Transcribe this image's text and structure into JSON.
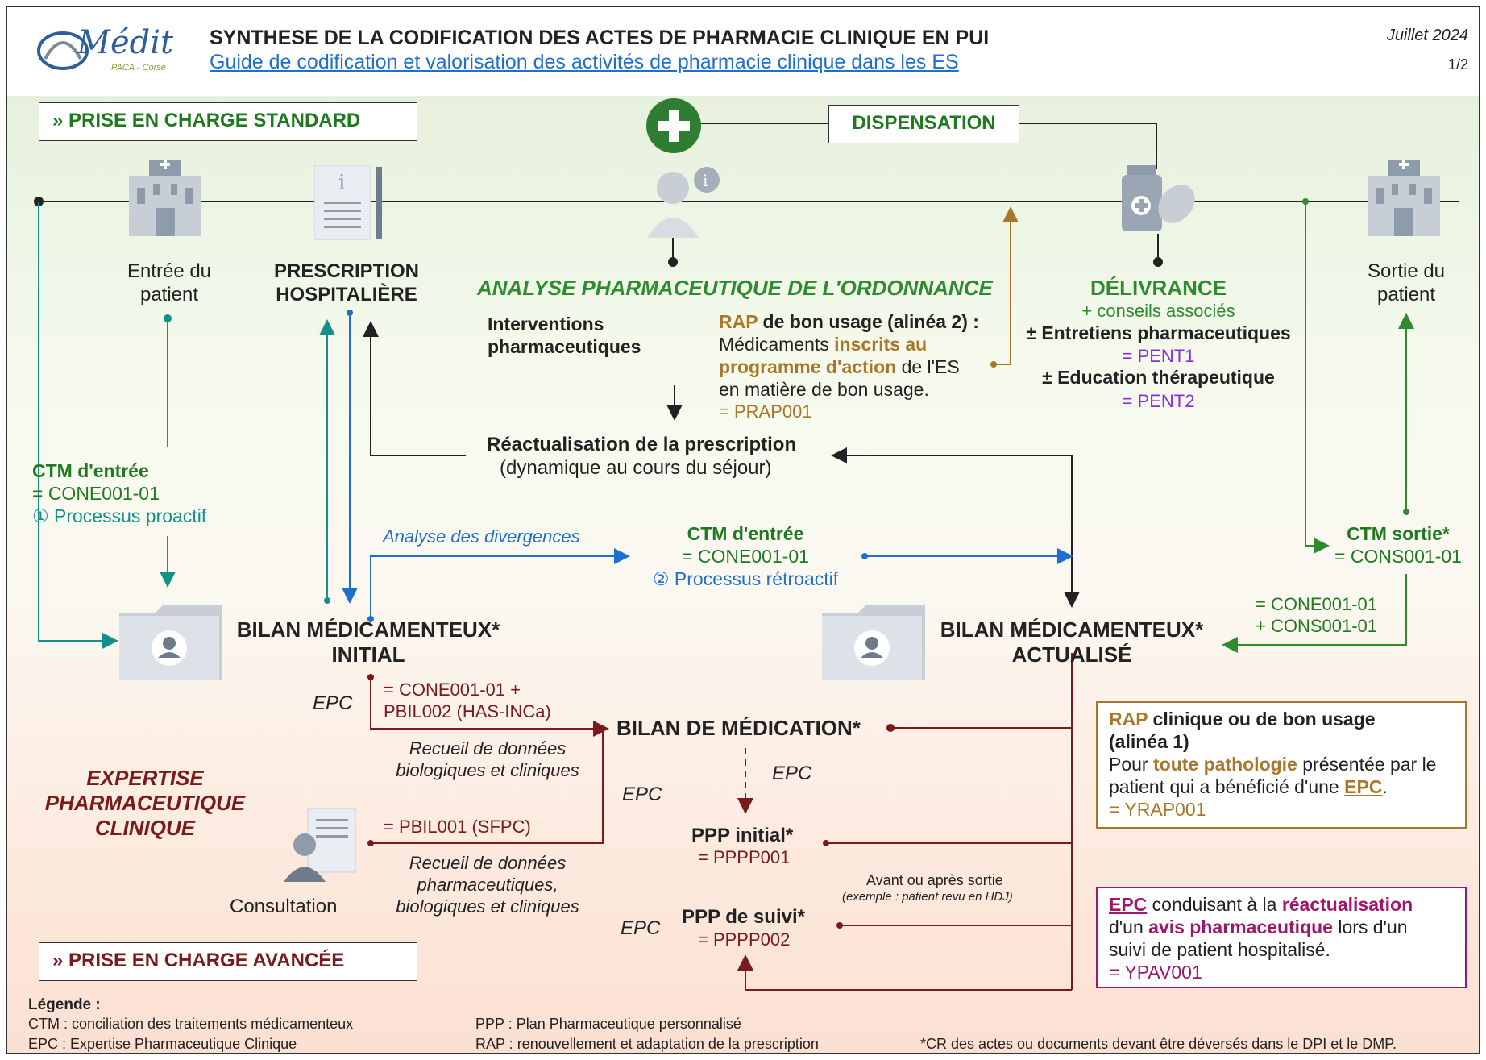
{
  "header": {
    "logo_text": "Médit",
    "logo_sub": "PACA - Corse",
    "title": "SYNTHESE DE LA CODIFICATION DES ACTES DE PHARMACIE CLINIQUE EN PUI",
    "subtitle": "Guide de codification et valorisation des activités de pharmacie clinique dans les ES",
    "date": "Juillet 2024",
    "page": "1/2"
  },
  "sections": {
    "standard": "PRISE EN CHARGE STANDARD",
    "dispensation": "DISPENSATION",
    "avancee": "PRISE EN CHARGE AVANCÉE",
    "expertise": [
      "EXPERTISE",
      "PHARMACEUTIQUE",
      "CLINIQUE"
    ]
  },
  "timeline": {
    "entree": [
      "Entrée du",
      "patient"
    ],
    "prescription": [
      "PRESCRIPTION",
      "HOSPITALIÈRE"
    ],
    "analyse": "ANALYSE PHARMACEUTIQUE DE L'ORDONNANCE",
    "delivrance": "DÉLIVRANCE",
    "conseils": "+ conseils associés",
    "entretiens": "± Entretiens pharmaceutiques",
    "pent1": "= PENT1",
    "education": "± Education thérapeutique",
    "pent2": "= PENT2",
    "sortie": [
      "Sortie du",
      "patient"
    ]
  },
  "analyse_block": {
    "interventions": [
      "Interventions",
      "pharmaceutiques"
    ],
    "rap_label": "RAP",
    "rap_rest": " de bon usage (alinéa 2) :",
    "med1": "Médicaments ",
    "inscrits": "inscrits au",
    "programme": "programme d'action",
    "de_es": " de l'ES",
    "matiere": "en matière de bon usage.",
    "prap": "= PRAP001",
    "reactualisation": "Réactualisation de la prescription",
    "dynamique": "(dynamique au cours du séjour)"
  },
  "ctm": {
    "entree_title": "CTM d'entrée",
    "entree_code": "= CONE001-01",
    "proactif": "① Processus proactif",
    "divergences": "Analyse des divergences",
    "retro_title": "CTM d'entrée",
    "retro_code": "= CONE001-01",
    "retroactif": "② Processus rétroactif",
    "sortie_title": "CTM sortie*",
    "sortie_code": "= CONS001-01",
    "combo1": "= CONE001-01",
    "combo2": "+ CONS001-01"
  },
  "bilans": {
    "initial": [
      "BILAN MÉDICAMENTEUX*",
      "INITIAL"
    ],
    "actualise": [
      "BILAN MÉDICAMENTEUX*",
      "ACTUALISÉ"
    ],
    "medication": "BILAN DE MÉDICATION*"
  },
  "epc_flow": {
    "epc": "EPC",
    "code1a": "= CONE001-01 +",
    "code1b": "PBIL002 (HAS-INCa)",
    "recueil1": [
      "Recueil de données",
      "biologiques et cliniques"
    ],
    "code2": "= PBIL001 (SFPC)",
    "recueil2": [
      "Recueil de données",
      "pharmaceutiques,",
      "biologiques et cliniques"
    ],
    "consultation": "Consultation",
    "ppp_initial": "PPP initial*",
    "pppp001": "=  PPPP001",
    "ppp_suivi": "PPP de suivi*",
    "pppp002": "=  PPPP002",
    "avant": "Avant ou après sortie",
    "exemple": "(exemple : patient revu en HDJ)"
  },
  "box_rap": {
    "l1a": "RAP",
    "l1b": " clinique ou de bon usage",
    "l2": "(alinéa 1)",
    "l3a": "Pour ",
    "l3b": "toute pathologie",
    "l3c": " présentée par le",
    "l4a": "patient qui a bénéficié d'une ",
    "l4b": "EPC",
    "l4c": ".",
    "code": "= YRAP001"
  },
  "box_epc": {
    "l1a": "EPC",
    "l1b": " conduisant à la ",
    "l1c": "réactualisation",
    "l2a": "d'un ",
    "l2b": "avis pharmaceutique",
    "l2c": " lors d'un",
    "l3": "suivi de patient hospitalisé.",
    "code": "= YPAV001"
  },
  "legend": {
    "title": "Légende :",
    "ctm": "CTM : conciliation des traitements médicamenteux",
    "epc": "EPC : Expertise Pharmaceutique Clinique",
    "ppp": "PPP : Plan Pharmaceutique personnalisé",
    "rap": "RAP : renouvellement et adaptation de la prescription",
    "cr": "*CR des actes ou documents devant être déversés dans le DPI et le DMP."
  },
  "colors": {
    "green": "#2e8b2e",
    "teal": "#13908a",
    "blue": "#1f6fd1",
    "maroon": "#7a1a1a",
    "gold": "#a8772a",
    "purple": "#8a2be2",
    "magenta": "#a0166b"
  }
}
